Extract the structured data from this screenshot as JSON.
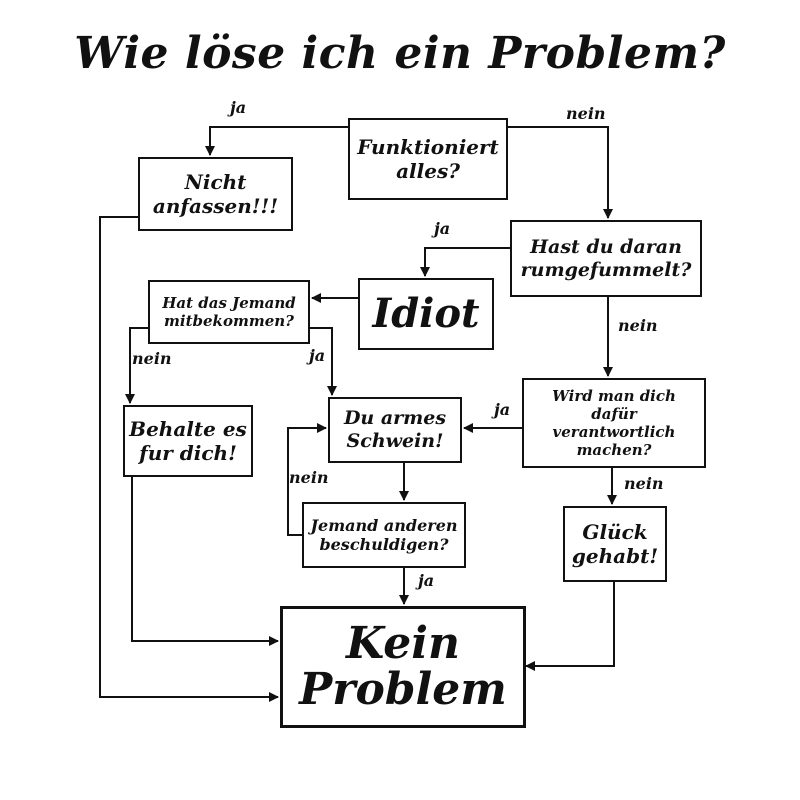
{
  "title": "Wie löse ich ein Problem?",
  "nodes": {
    "funktioniert": "Funktioniert alles?",
    "nicht_anfassen": "Nicht anfassen!!!",
    "rumgefummelt": "Hast du daran rumgefummelt?",
    "idiot": "Idiot",
    "jemand_mitbekommen": "Hat das Jemand mitbekommen?",
    "behalte": "Behalte es fur dich!",
    "du_armes": "Du armes Schwein!",
    "verantwortlich": "Wird man dich dafür verantwortlich machen?",
    "beschuldigen": "Jemand anderen beschuldigen?",
    "glueck": "Glück gehabt!",
    "kein_problem": "Kein Problem"
  },
  "labels": {
    "funktioniert_ja": "ja",
    "funktioniert_nein": "nein",
    "rumgefummelt_ja": "ja",
    "rumgefummelt_nein": "nein",
    "mitbekommen_nein": "nein",
    "mitbekommen_ja": "ja",
    "verantwortlich_ja": "ja",
    "verantwortlich_nein": "nein",
    "beschuldigen_nein": "nein",
    "beschuldigen_ja": "ja"
  }
}
